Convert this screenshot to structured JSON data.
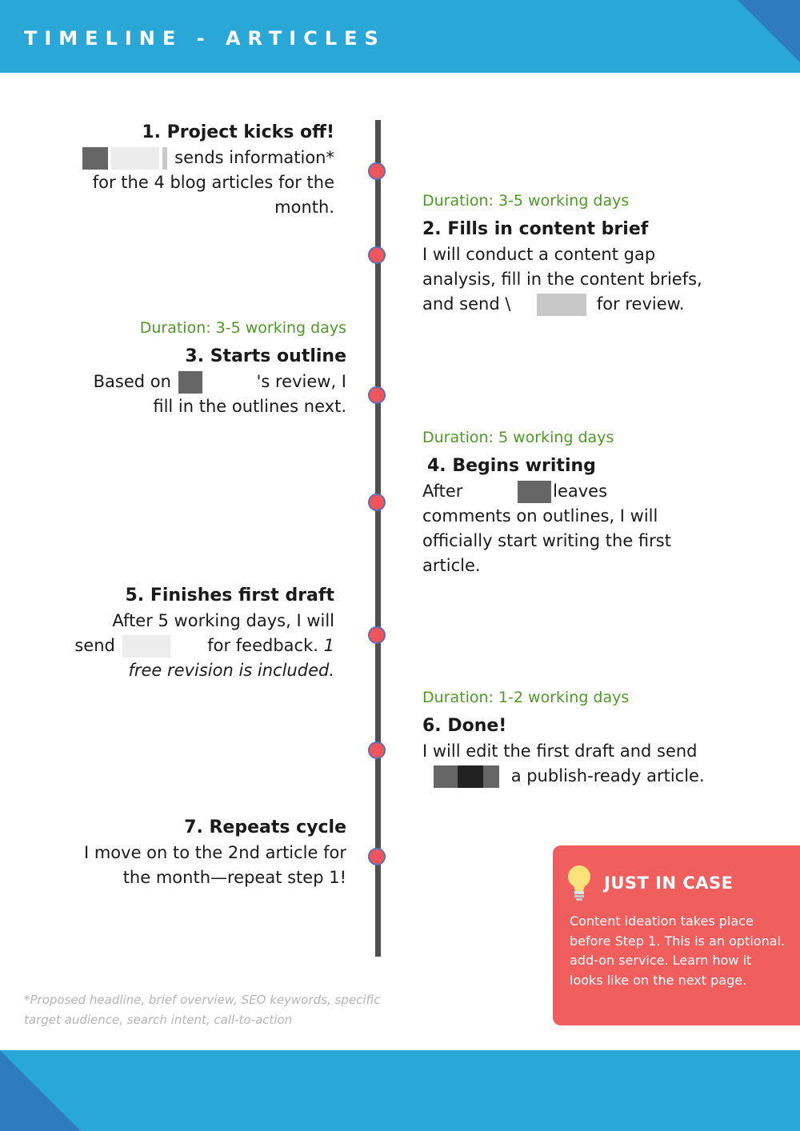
{
  "header": {
    "title": "TIMELINE - ARTICLES"
  },
  "steps": [
    {
      "title": "1. Project kicks off!",
      "line1": "sends information*",
      "line2": "for the 4 blog articles for the",
      "line3": "month."
    },
    {
      "duration": "Duration: 3-5 working days",
      "title": "2. Fills in content brief",
      "line1": "I will conduct a content gap",
      "line2": "analysis, fill in the content briefs,",
      "line3_pre": "and send \\",
      "line3_post": "for review."
    },
    {
      "duration": "Duration: 3-5 working days",
      "title": "3. Starts outline",
      "line1_pre": "Based on",
      "line1_post": "'s review, I",
      "line2": "fill in the outlines next."
    },
    {
      "duration": "Duration: 5 working days",
      "title": "4. Begins writing",
      "line1_pre": "After",
      "line1_post": "leaves",
      "line2": "comments on outlines, I will",
      "line3": "officially start writing the first",
      "line4": "article."
    },
    {
      "title": "5. Finishes first draft",
      "line1": "After 5 working days, I will",
      "line2_pre": "send",
      "line2_post": "for feedback.",
      "line2_italic": "1",
      "line3_italic": "free revision is included."
    },
    {
      "duration": "Duration: 1-2 working days",
      "title": "6. Done!",
      "line1": "I will edit the first draft and send",
      "line2_post": "a publish-ready article."
    },
    {
      "title": "7. Repeats cycle",
      "line1": "I move on to the 2nd article for",
      "line2": "the month—repeat step 1!"
    }
  ],
  "footnote": "*Proposed headline, brief overview, SEO keywords, specific target audience, search intent, call-to-action",
  "callout": {
    "title": "JUST IN CASE",
    "body": "Content ideation takes place before Step 1. This is an optional. add-on service. Learn how it looks like on the next page.",
    "icon": "lightbulb-icon"
  },
  "colors": {
    "header": "#29a8d8",
    "accent_dark": "#2e7bbf",
    "duration": "#4e9a27",
    "dot": "#f2545b",
    "callout": "#f15e5e"
  }
}
